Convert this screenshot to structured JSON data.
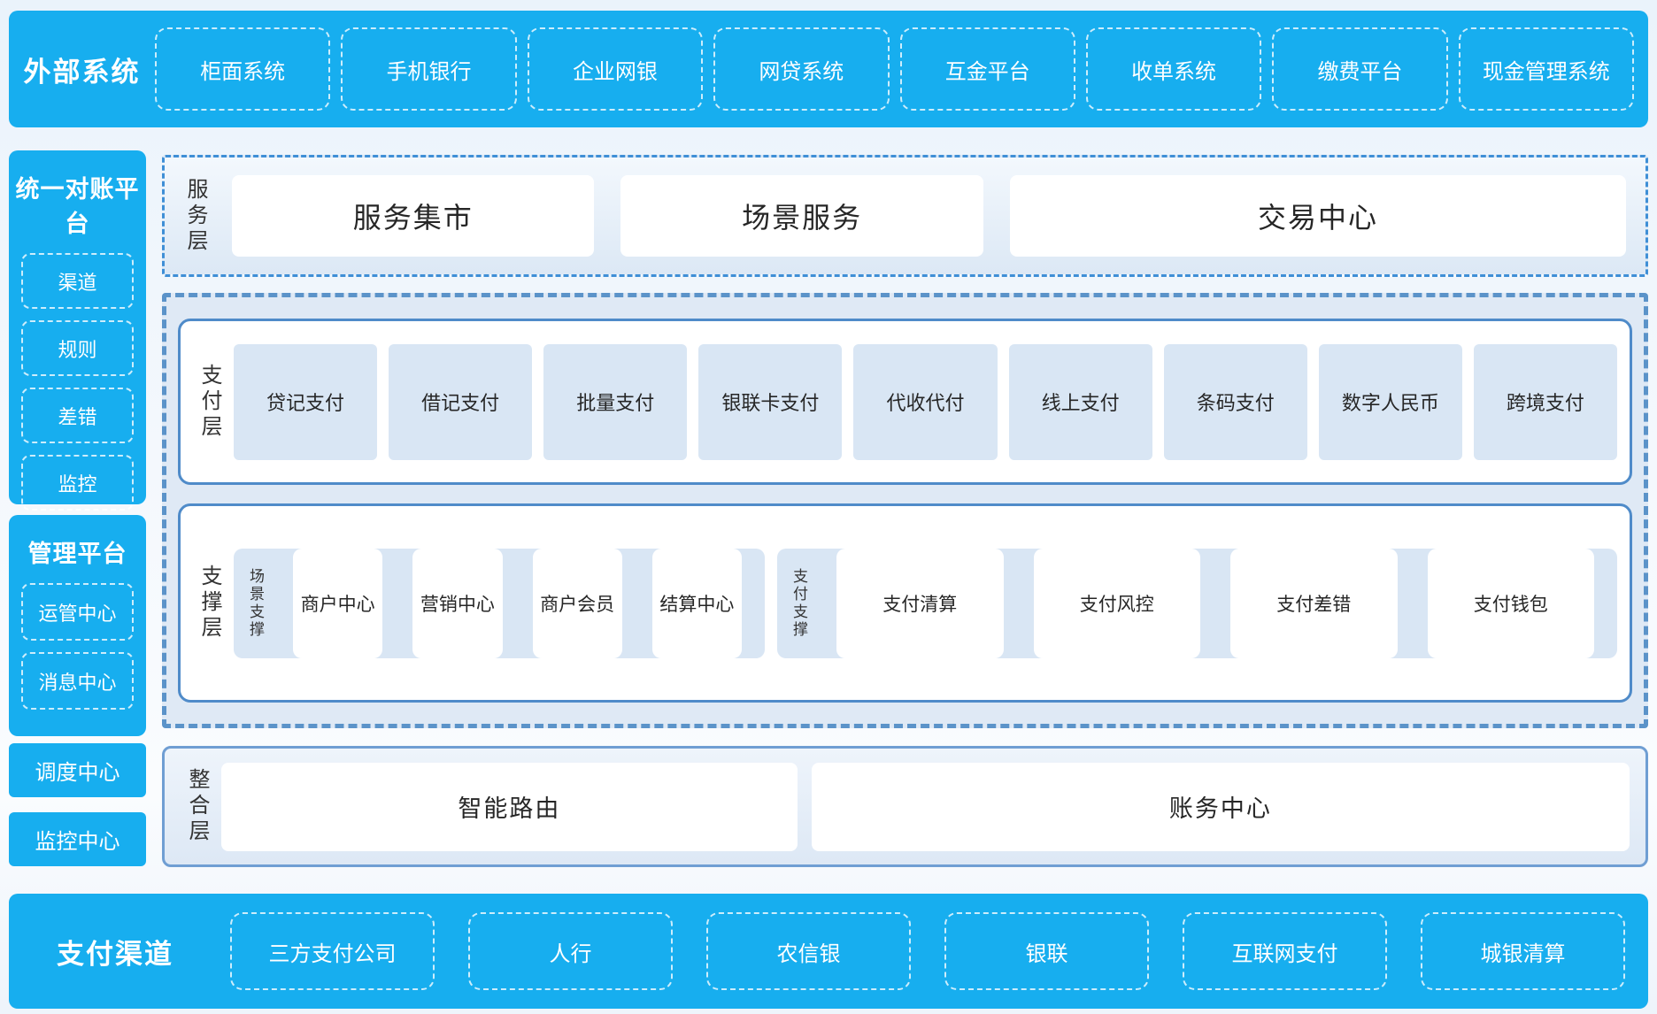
{
  "colors": {
    "accent_blue": "#17aeef",
    "panel_fill": "#dfe9f5",
    "item_fill": "#d9e6f4",
    "border_blue": "#4f8bc9",
    "dashed_border": "#5b93c9"
  },
  "top_band": {
    "label": "外部系统",
    "items": [
      "柜面系统",
      "手机银行",
      "企业网银",
      "网贷系统",
      "互金平台",
      "收单系统",
      "缴费平台",
      "现金管理系统"
    ]
  },
  "sidebar": {
    "reconciliation": {
      "title": "统一对账平台",
      "items": [
        "渠道",
        "规则",
        "差错",
        "监控"
      ]
    },
    "management": {
      "title": "管理平台",
      "items": [
        "运管中心",
        "消息中心"
      ]
    },
    "standalone": [
      "调度中心",
      "监控中心"
    ]
  },
  "service_layer": {
    "label": "服务层",
    "items": [
      "服务集市",
      "场景服务",
      "交易中心"
    ]
  },
  "payment_layer": {
    "label": "支付层",
    "items": [
      "贷记支付",
      "借记支付",
      "批量支付",
      "银联卡支付",
      "代收代付",
      "线上支付",
      "条码支付",
      "数字人民币",
      "跨境支付"
    ]
  },
  "support_layer": {
    "label": "支撑层",
    "groups": [
      {
        "label": "场景支撑",
        "items": [
          "商户中心",
          "营销中心",
          "商户会员",
          "结算中心"
        ]
      },
      {
        "label": "支付支撑",
        "items": [
          "支付清算",
          "支付风控",
          "支付差错",
          "支付钱包"
        ]
      }
    ]
  },
  "integration_layer": {
    "label": "整合层",
    "items": [
      "智能路由",
      "账务中心"
    ]
  },
  "bottom_band": {
    "label": "支付渠道",
    "items": [
      "三方支付公司",
      "人行",
      "农信银",
      "银联",
      "互联网支付",
      "城银清算"
    ]
  }
}
